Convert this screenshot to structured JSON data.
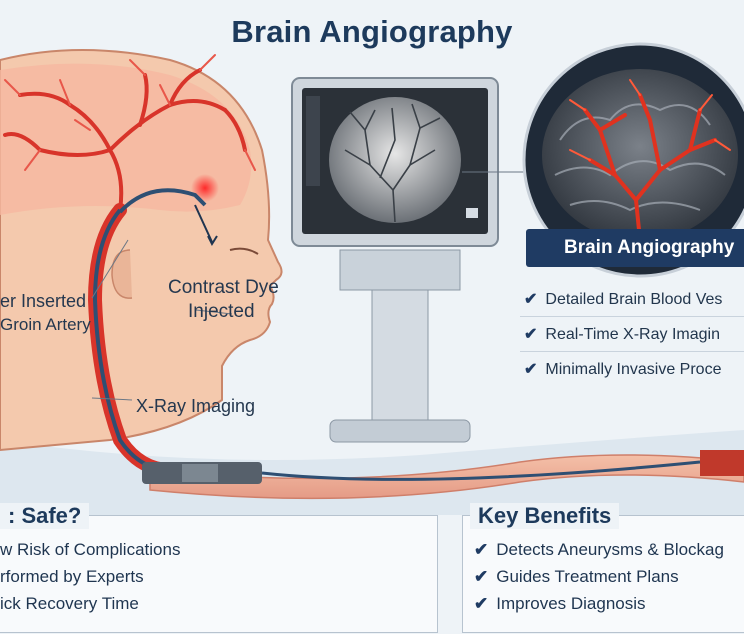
{
  "title": "Brain Angiography",
  "labels": {
    "catheter_line1": "er Inserted",
    "catheter_line2": "Groin Artery",
    "contrast_line1": "Contrast Dye",
    "contrast_line2": "Injected",
    "xray": "X-Ray Imaging"
  },
  "badge": "Brain Angiography",
  "features": [
    "Detailed Brain Blood Ves",
    "Real-Time X-Ray Imagin",
    "Minimally Invasive Proce"
  ],
  "safe": {
    "title": ": Safe?",
    "items": [
      "w Risk of Complications",
      "rformed by Experts",
      "ick Recovery Time"
    ]
  },
  "benefits": {
    "title": "Key Benefits",
    "items": [
      "Detects Aneurysms & Blockag",
      "Guides Treatment Plans",
      "Improves Diagnosis"
    ]
  },
  "icons": {
    "check": "check-icon"
  },
  "colors": {
    "accent": "#1f3b63",
    "vessel": "#d8342a",
    "skin": "#f3c6a8"
  }
}
